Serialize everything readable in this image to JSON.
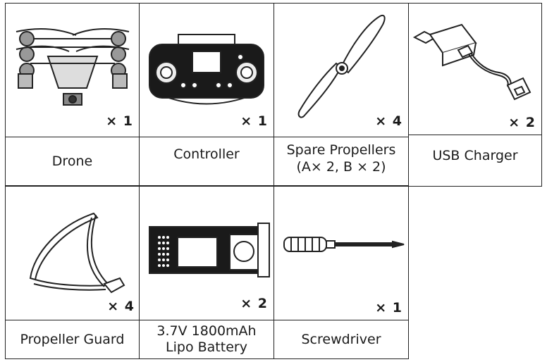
{
  "items": [
    {
      "label": "Drone",
      "quantity": "× 1",
      "icon": "drone-icon"
    },
    {
      "label": "Controller",
      "quantity": "× 1",
      "icon": "controller-icon"
    },
    {
      "label": "Spare Propellers\n(A× 2, B × 2)",
      "quantity": "× 4",
      "icon": "propeller-icon"
    },
    {
      "label": "USB Charger",
      "quantity": "× 2",
      "icon": "usb-charger-icon"
    },
    {
      "label": "Propeller Guard",
      "quantity": "× 4",
      "icon": "propeller-guard-icon"
    },
    {
      "label": "3.7V 1800mAh\nLipo Battery",
      "quantity": "× 2",
      "icon": "battery-icon"
    },
    {
      "label": "Screwdriver",
      "quantity": "× 1",
      "icon": "screwdriver-icon"
    }
  ]
}
